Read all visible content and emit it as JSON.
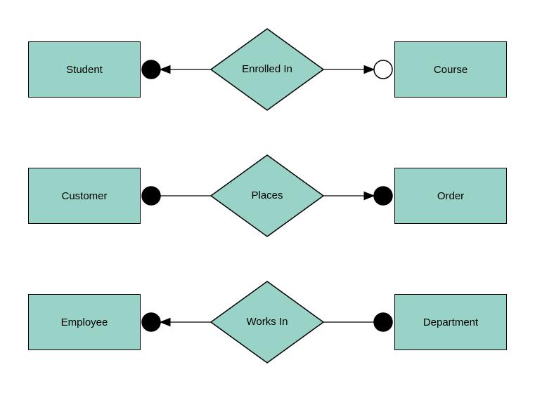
{
  "diagram": {
    "type": "entity-relationship-diagram",
    "background_color": "#ffffff",
    "shape_fill_color": "#99d3c7",
    "shape_stroke_color": "#000000",
    "connector_color": "#000000",
    "text_color": "#000000",
    "rows": [
      {
        "left_entity": "Student",
        "relationship": "Enrolled In",
        "right_entity": "Course",
        "left_terminal": "filled-dot, arrowhead pointing toward Student",
        "right_terminal": "open-dot, arrowhead pointing toward Course",
        "left_dot_fill": "#000000",
        "right_dot_fill": "#ffffff"
      },
      {
        "left_entity": "Customer",
        "relationship": "Places",
        "right_entity": "Order",
        "left_terminal": "filled-dot, plain line",
        "right_terminal": "filled-dot, arrowhead pointing toward Order",
        "left_dot_fill": "#000000",
        "right_dot_fill": "#000000"
      },
      {
        "left_entity": "Employee",
        "relationship": "Works In",
        "right_entity": "Department",
        "left_terminal": "filled-dot, arrowhead pointing toward Employee",
        "right_terminal": "filled-dot, plain line",
        "left_dot_fill": "#000000",
        "right_dot_fill": "#000000"
      }
    ]
  }
}
